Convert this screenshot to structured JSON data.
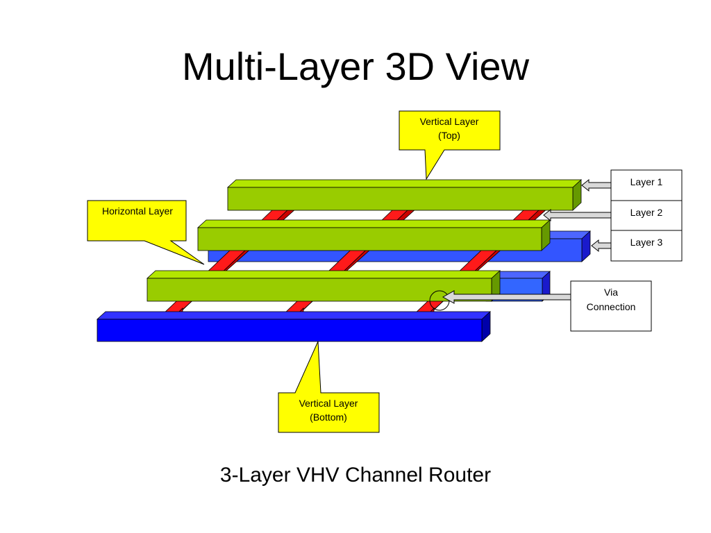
{
  "title": "Multi-Layer 3D View",
  "subtitle": "3-Layer VHV Channel Router",
  "callouts": {
    "vertical_top": [
      "Vertical Layer",
      "(Top)"
    ],
    "horizontal": "Horizontal Layer",
    "vertical_bottom": [
      "Vertical Layer",
      "(Bottom)"
    ]
  },
  "legend": {
    "layer1": "Layer 1",
    "layer2": "Layer 2",
    "layer3": "Layer 3"
  },
  "via": [
    "Via",
    "Connection"
  ],
  "colors": {
    "green_layer": "#99cc00",
    "red_layer": "#ff1a1a",
    "blue_layer": "#0000ff",
    "callout_fill": "#ffff00"
  }
}
